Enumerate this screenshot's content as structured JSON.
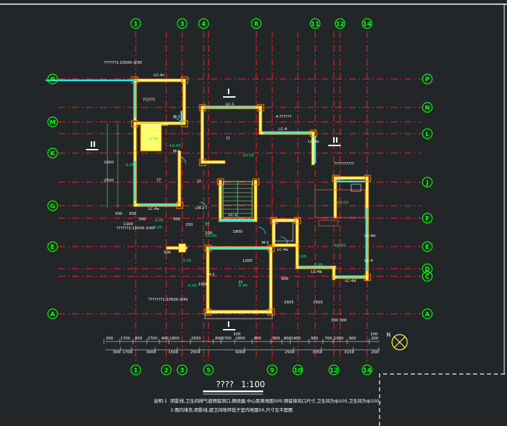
{
  "colors": {
    "background": "#232629",
    "axis_line": "#ff2020",
    "axis_bubble": "#00ff00",
    "wall_fill": "#ffff66",
    "wall_edge": "#ff8a00",
    "window": "#30e8f0",
    "dim": "#ffffff",
    "note": "#00ff66"
  },
  "top_axes": [
    "1",
    "3",
    "4",
    "8",
    "11",
    "12",
    "14"
  ],
  "bottom_axes": [
    "1",
    "2",
    "3",
    "5",
    "9",
    "10",
    "12",
    "14"
  ],
  "left_axes": [
    "P",
    "M",
    "K",
    "G",
    "E",
    "A"
  ],
  "right_axes": [
    "P",
    "N",
    "L",
    "J",
    "F",
    "E",
    "D",
    "C",
    "A"
  ],
  "section_marks": [
    "I",
    "I",
    "II",
    "II"
  ],
  "dim_row1": [
    "300",
    "1700",
    "800",
    "2700",
    "400",
    "1800",
    "2500",
    "800",
    "2700",
    "2800",
    "800",
    "800",
    "800",
    "1900",
    "900",
    "700",
    "1900",
    "900",
    "200"
  ],
  "dim_row2": [
    "300",
    "1700",
    "3000",
    "1500",
    "2500",
    "6000",
    "2500",
    "3350",
    "3150",
    "200"
  ],
  "dim_extra": [
    "100",
    "100"
  ],
  "window_labels": [
    "LC-4c",
    "LC-1",
    "LC-4",
    "LC-7",
    "LC-4",
    "LC-1",
    "LC-4a",
    "LC-4d",
    "LC-4d",
    "LC-4a",
    "LC-4b",
    "LC-4e"
  ],
  "door_labels": [
    "M-1",
    "M-1",
    "LM-2",
    "M-1",
    "M-1"
  ],
  "room_labels": [
    "??/???",
    "??",
    "??",
    "??",
    "??",
    "??"
  ],
  "level_labels": [
    "-0.05",
    "-0.05",
    "±0.00",
    "±0.00",
    "-0.05",
    "-0.05",
    "-0.05",
    "±0.00",
    "-0.05",
    "±0.00",
    "-0.40",
    "-0.05",
    "-0.05",
    "±0.00"
  ],
  "small_dims": [
    "300",
    "300",
    "250",
    "200",
    "1000",
    "2925",
    "2925",
    "300",
    "300",
    "1100",
    "1800",
    "300",
    "300",
    "300",
    "1000",
    "300",
    "2500",
    "1200",
    "900"
  ],
  "wall_notes": [
    "??????1:10500-3/30",
    "??????1:10500-3/40",
    "???????1:10500-3/41",
    "4.??????",
    "??????????"
  ],
  "title": "????",
  "scale": "1:100",
  "note1_prefix": "说明:1",
  "note1": "阴影线,卫生间排气道预留洞口,燃烧器,中心距离地面500,预留排风口尺寸,卫生间为ф100,卫生间为ф100。",
  "note2": "2.图内填充,阴影线,厨卫间地坪低于室内地面50,尺寸见平面图",
  "north_label": "N"
}
